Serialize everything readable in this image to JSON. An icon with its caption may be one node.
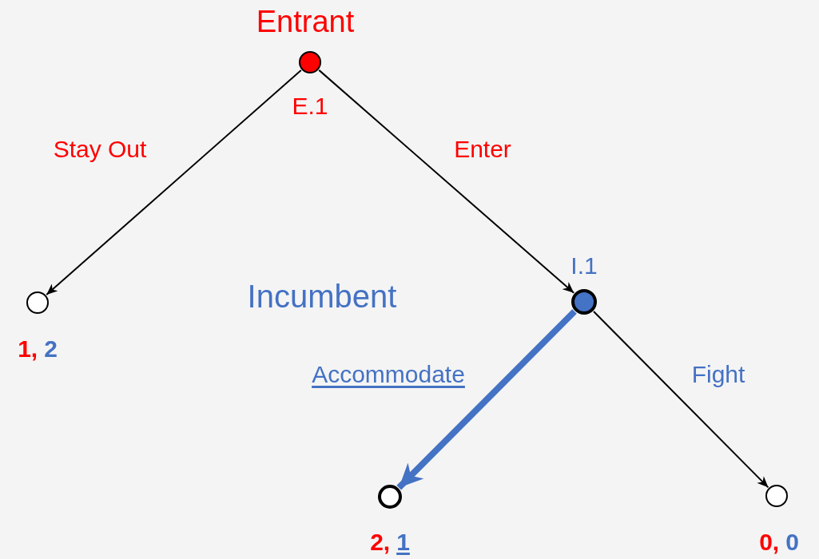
{
  "diagram": {
    "nodes": [
      {
        "text": [],
        "shape": "circle",
        "beside": [
          "Entrant",
          "E.1"
        ]
      },
      {
        "text": [],
        "shape": "circle",
        "beside": [
          "1,",
          "2"
        ]
      },
      {
        "text": [],
        "shape": "circle",
        "beside": [
          "I.1"
        ]
      },
      {
        "text": [],
        "shape": "circle",
        "beside": [
          "2,",
          "1"
        ]
      },
      {
        "text": [],
        "shape": "circle",
        "beside": [
          "0,",
          "0"
        ]
      }
    ],
    "edges": [
      {
        "from": 0,
        "to": 1,
        "arrow": "to",
        "label": "Stay Out"
      },
      {
        "from": 0,
        "to": 2,
        "arrow": "to",
        "label": "Enter"
      },
      {
        "from": 2,
        "to": 3,
        "arrow": "to",
        "label": "Accommodate",
        "style": "thick",
        "color": "#4472c4"
      },
      {
        "from": 2,
        "to": 4,
        "arrow": "to",
        "label": "Fight"
      }
    ],
    "labels": [
      "Incumbent"
    ]
  }
}
